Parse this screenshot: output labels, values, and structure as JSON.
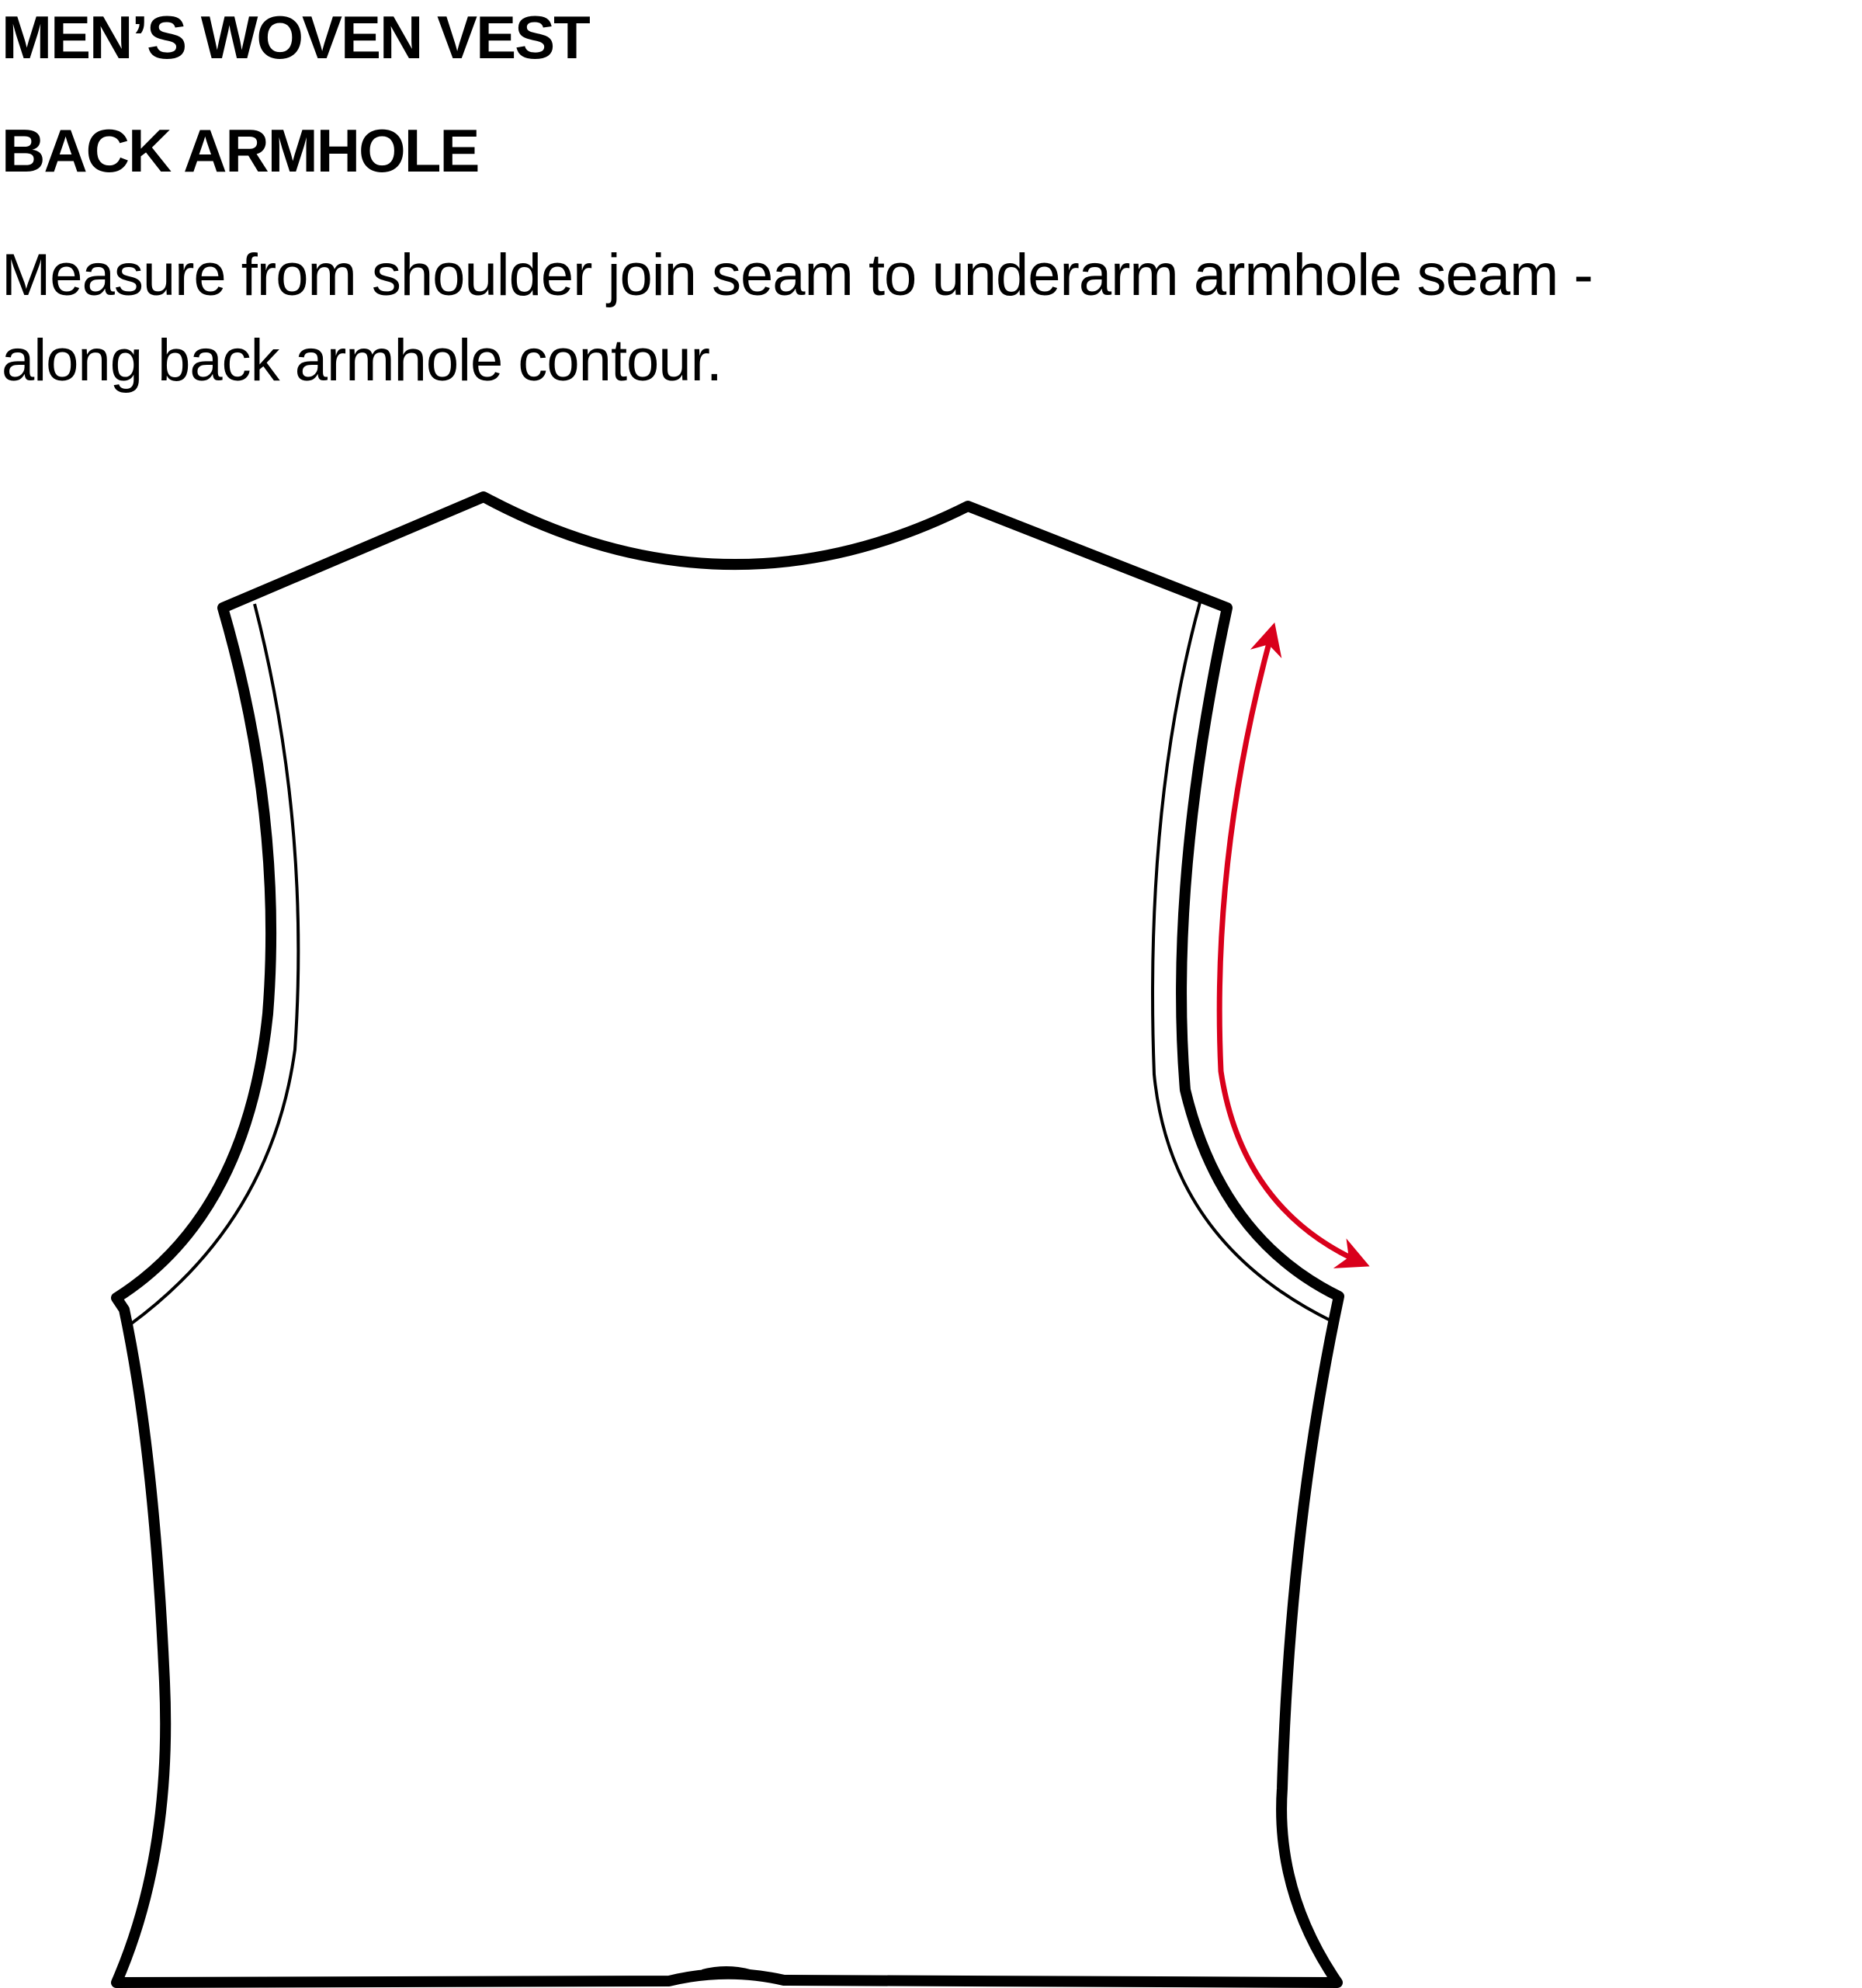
{
  "header": {
    "title": "MEN’S WOVEN VEST",
    "subtitle": "BACK ARMHOLE"
  },
  "instruction": {
    "line1": "Measure from shoulder join seam to underarm armhole seam -",
    "line2": "along back armhole contour."
  },
  "diagram": {
    "garment": "vest-back",
    "outline_color": "#000000",
    "measure_arrow_color": "#d9001b"
  }
}
